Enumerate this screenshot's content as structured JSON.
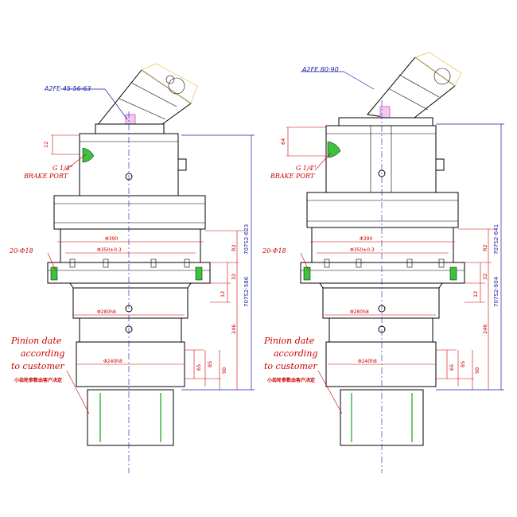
{
  "left": {
    "motor_label": "A2FE 45·56·63",
    "dim_12": "12",
    "brake_port_line1": "G 1/4\"",
    "brake_port_line2": "BRAKE PORT",
    "bolt_label": "20-Φ18",
    "dia_390": "Φ390",
    "dia_350": "Φ350±0.3",
    "dia_280": "Φ280h8",
    "dia_240": "Φ240h8",
    "dim_r2": "R2",
    "dim_32": "32",
    "dim_12b": "12",
    "dim_246": "246",
    "dim_65": "65",
    "dim_85": "85",
    "dim_90": "90",
    "total_upper": "707S2-623",
    "total_lower": "707S2-586"
  },
  "right": {
    "motor_label": "A2FE 80·90",
    "dim_64": "64",
    "brake_port_line1": "G 1/4\"",
    "brake_port_line2": "BRAKE PORT",
    "bolt_label": "20-Φ18",
    "dia_390": "Φ390",
    "dia_350": "Φ350±0.3",
    "dia_280": "Φ280h8",
    "dia_240": "Φ240h8",
    "dim_r2": "R2",
    "dim_32": "32",
    "dim_12b": "12",
    "dim_246": "246",
    "dim_65": "65",
    "dim_85": "85",
    "dim_90": "90",
    "total_upper": "707S2-641",
    "total_lower": "707S2-604"
  },
  "pinion_note": {
    "line1": "Pinion date",
    "line2": "according",
    "line3": "to customer",
    "line_cn": "小齿轮参数由客户决定"
  },
  "colors": {
    "outline": "#000000",
    "dimension": "#d00000",
    "centerline": "#1a1aa8",
    "seal": "#3cc23c"
  }
}
